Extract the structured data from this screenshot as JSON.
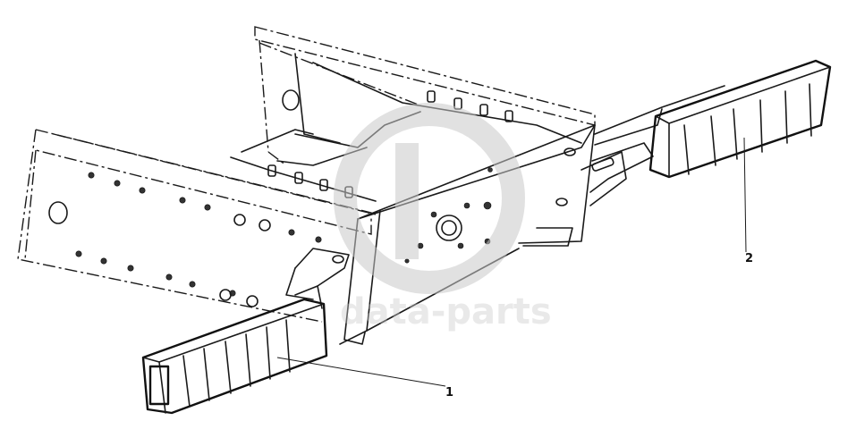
{
  "callouts": [
    {
      "label": "1"
    },
    {
      "label": "2"
    }
  ],
  "watermark": {
    "text": "data-parts",
    "color": "#c9c9c9"
  },
  "colors": {
    "line": "#1a1a1a",
    "background": "#ffffff"
  }
}
